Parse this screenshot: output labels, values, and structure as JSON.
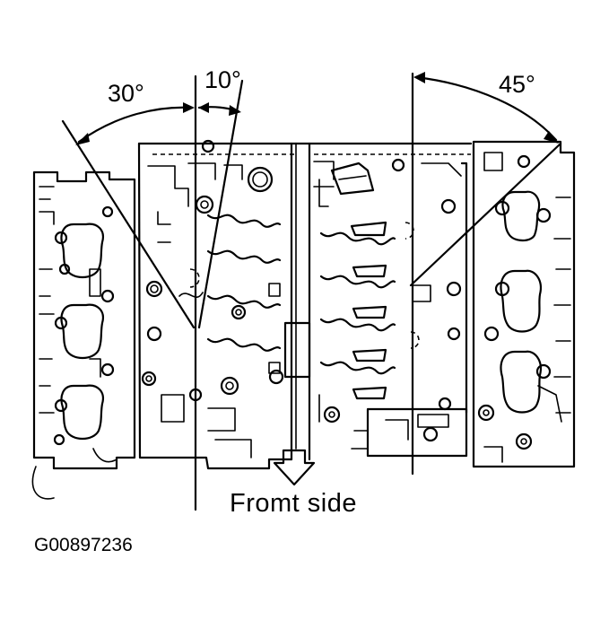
{
  "diagram": {
    "angle_left_outer": "30°",
    "angle_left_inner": "10°",
    "angle_right": "45°",
    "front_label": "Fromt side",
    "figure_code": "G00897236"
  },
  "colors": {
    "ink": "#000000",
    "background": "#ffffff"
  }
}
